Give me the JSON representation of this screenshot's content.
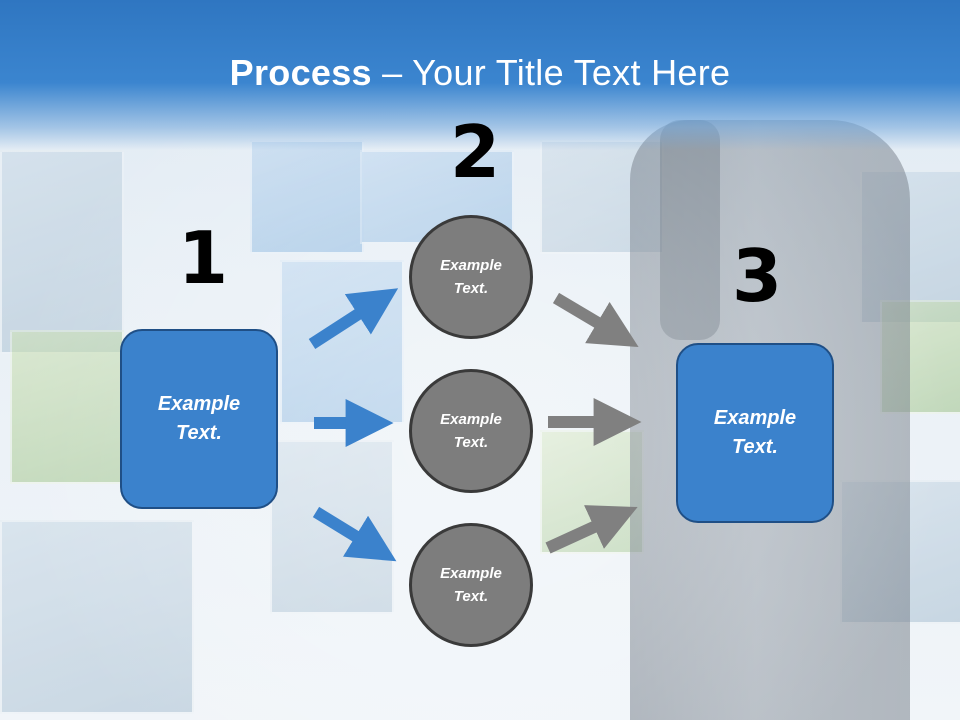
{
  "slide": {
    "title_bold": "Process",
    "title_rest": " – Your Title Text Here"
  },
  "steps": {
    "one": "1",
    "two": "2",
    "three": "3"
  },
  "left_box": {
    "line1": "Example",
    "line2": "Text."
  },
  "circles": [
    {
      "line1": "Example",
      "line2": "Text."
    },
    {
      "line1": "Example",
      "line2": "Text."
    },
    {
      "line1": "Example",
      "line2": "Text."
    }
  ],
  "right_box": {
    "line1": "Example",
    "line2": "Text."
  },
  "colors": {
    "header": "#2f76c1",
    "box_fill": "#3b82cc",
    "circle_fill": "#7d7d7d",
    "blue_arrow": "#3b82cc",
    "gray_arrow": "#808080"
  }
}
